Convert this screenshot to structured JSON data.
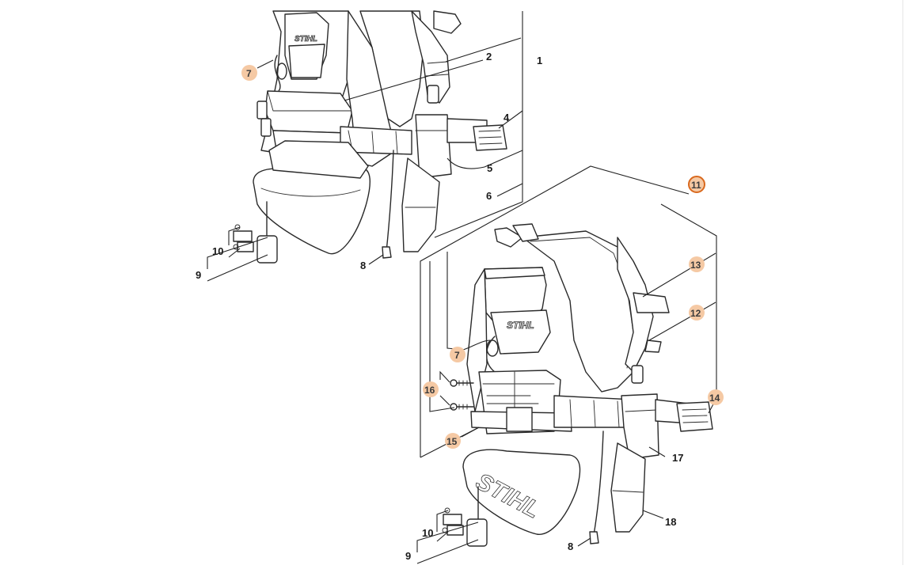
{
  "diagram": {
    "brand_mark": "STIHL",
    "highlight_color": "#f5c9a4",
    "selected_ring_color": "#d9691e",
    "callouts": {
      "a1": "1",
      "a2": "2",
      "a4": "4",
      "a5": "5",
      "a6": "6",
      "a7": "7",
      "a8": "8",
      "a9": "9",
      "a10": "10",
      "b7": "7",
      "b8": "8",
      "b9": "9",
      "b10": "10",
      "b11": "11",
      "b12": "12",
      "b13": "13",
      "b14": "14",
      "b15": "15",
      "b16": "16",
      "b17": "17",
      "b18": "18"
    }
  }
}
